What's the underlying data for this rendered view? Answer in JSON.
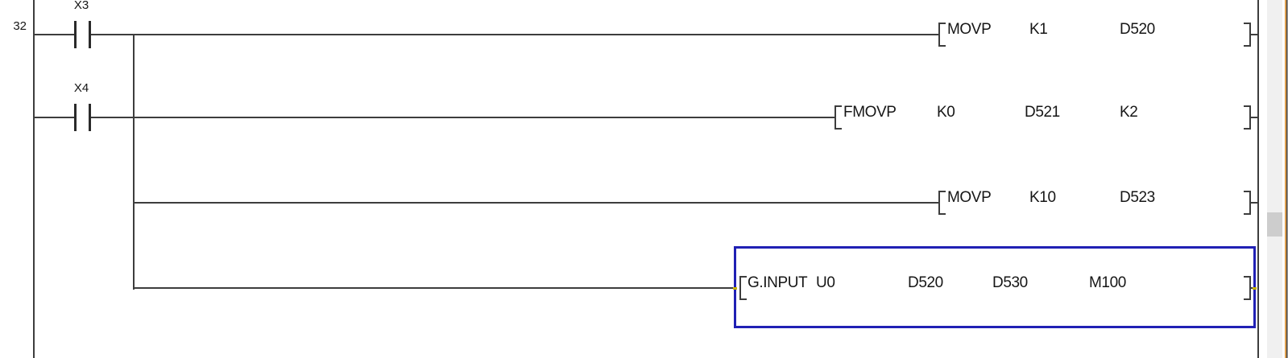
{
  "editor": {
    "type": "plc-ladder-diagram",
    "rung": {
      "step_number": "32",
      "contacts": [
        {
          "label": "X3",
          "kind": "normally-open"
        },
        {
          "label": "X4",
          "kind": "normally-open"
        }
      ],
      "branches": [
        {
          "instruction": "MOVP",
          "operands": [
            "K1",
            "D520"
          ]
        },
        {
          "instruction": "FMOVP",
          "operands": [
            "K0",
            "D521",
            "K2"
          ]
        },
        {
          "instruction": "MOVP",
          "operands": [
            "K10",
            "D523"
          ]
        },
        {
          "instruction": "G.INPUT",
          "operands": [
            "U0",
            "D520",
            "D530",
            "M100"
          ],
          "selected": true
        }
      ]
    },
    "colors": {
      "line": "#3d3d3d",
      "text": "#161616",
      "selection_border": "#2020b4",
      "connection_nub": "#c8b400",
      "scroll_track": "#f0f0f0",
      "scroll_thumb": "#cdcdcd",
      "window_edge_accent": "#dfa050"
    }
  }
}
